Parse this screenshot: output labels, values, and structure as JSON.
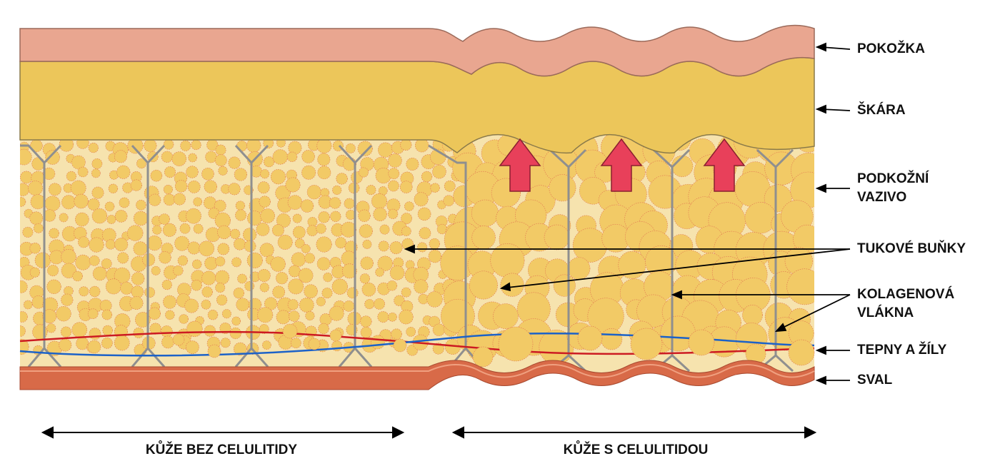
{
  "labels": {
    "epidermis": "POKOŽKA",
    "dermis": "ŠKÁRA",
    "subcutis_line1": "PODKOŽNÍ",
    "subcutis_line2": "VAZIVO",
    "fat_cells": "TUKOVÉ BUŇKY",
    "collagen_line1": "KOLAGENOVÁ",
    "collagen_line2": "VLÁKNA",
    "vessels": "TEPNY A ŽÍLY",
    "muscle": "SVAL"
  },
  "captions": {
    "without": "KŮŽE BEZ CELULITIDY",
    "with": "KŮŽE S CELULITIDOU"
  },
  "colors": {
    "epidermis": "#e9a690",
    "dermis": "#ecc65a",
    "subcutis": "#f6e3ae",
    "fat_cell": "#f2ca66",
    "fat_cell_edge": "#e07050",
    "septa": "#8f8f8f",
    "artery": "#cc1b22",
    "vein": "#1c62c8",
    "muscle": "#d86a48",
    "arrow": "#e8405a"
  }
}
